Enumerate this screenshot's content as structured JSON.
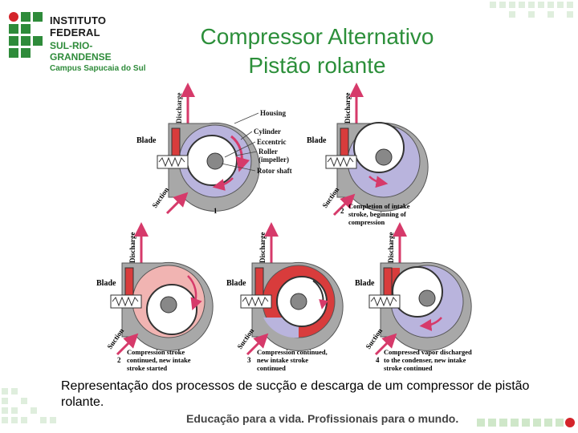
{
  "logo": {
    "line1": "INSTITUTO FEDERAL",
    "line2": "SUL-RIO-GRANDENSE",
    "line3": "Campus Sapucaia do Sul"
  },
  "title": {
    "line1": "Compressor Alternativo",
    "line2": "Pistão rolante"
  },
  "diagram": {
    "labels": {
      "discharge": "Discharge",
      "suction": "Suction",
      "blade": "Blade",
      "housing": "Housing",
      "cylinder": "Cylinder",
      "eccentric": "Eccentric",
      "roller1": "Roller",
      "roller2": "(impeller)",
      "rotor_shaft": "Rotor shaft"
    },
    "stages": [
      {
        "number": "1",
        "caption": []
      },
      {
        "number": "2",
        "caption": [
          "Completion of intake",
          "stroke, beginning of",
          "compression"
        ]
      },
      {
        "number": "2",
        "caption": [
          "Compression stroke",
          "continued, new intake",
          "stroke started"
        ]
      },
      {
        "number": "3",
        "caption": [
          "Compression continued,",
          "new intake stroke",
          "continued"
        ]
      },
      {
        "number": "4",
        "caption": [
          "Compressed vapor discharged",
          "to the condenser, new intake",
          "stroke continued"
        ]
      }
    ]
  },
  "caption": "Representação dos processos de sucção e descarga de um compressor de pistão rolante.",
  "footer": "Educação para a vida. Profissionais para o mundo.",
  "colors": {
    "green": "#2c8f3a",
    "housing": "#a8a8a8",
    "suction_gas": "#b9b4dd",
    "compression_gas": "#f1b4b2",
    "discharge_gas": "#d83c3c",
    "arrow": "#d63a6a"
  }
}
